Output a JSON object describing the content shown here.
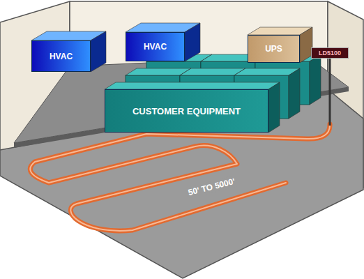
{
  "diagram": {
    "nodes": [
      {
        "text": [
          "HVAC"
        ]
      },
      {
        "text": [
          "HVAC"
        ]
      },
      {
        "text": [
          "UPS"
        ]
      },
      {
        "text": [
          "CUSTOMER EQUIPMENT"
        ]
      },
      {
        "text": [
          "LD5100"
        ]
      }
    ],
    "labels": [
      "50' TO 5000'"
    ]
  }
}
